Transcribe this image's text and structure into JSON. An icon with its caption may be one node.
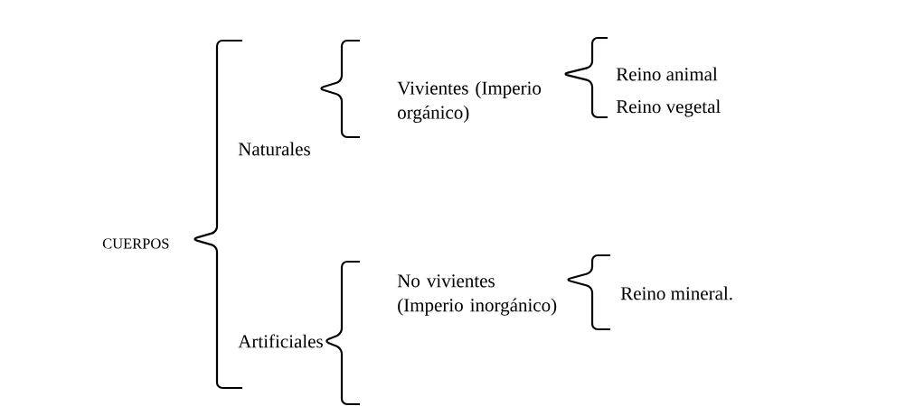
{
  "diagram": {
    "nodes": [
      {
        "text": [
          "CUERPOS"
        ]
      },
      {
        "text": [
          "Naturales"
        ]
      },
      {
        "text": [
          "Artificiales"
        ]
      },
      {
        "text": [
          "Vivientes (Imperio orgánico)"
        ]
      },
      {
        "text": [
          "No vivientes (Imperio inorgánico)"
        ]
      },
      {
        "text": [
          "Reino animal"
        ]
      },
      {
        "text": [
          "Reino vegetal"
        ]
      },
      {
        "text": [
          "Reino mineral."
        ]
      }
    ]
  }
}
